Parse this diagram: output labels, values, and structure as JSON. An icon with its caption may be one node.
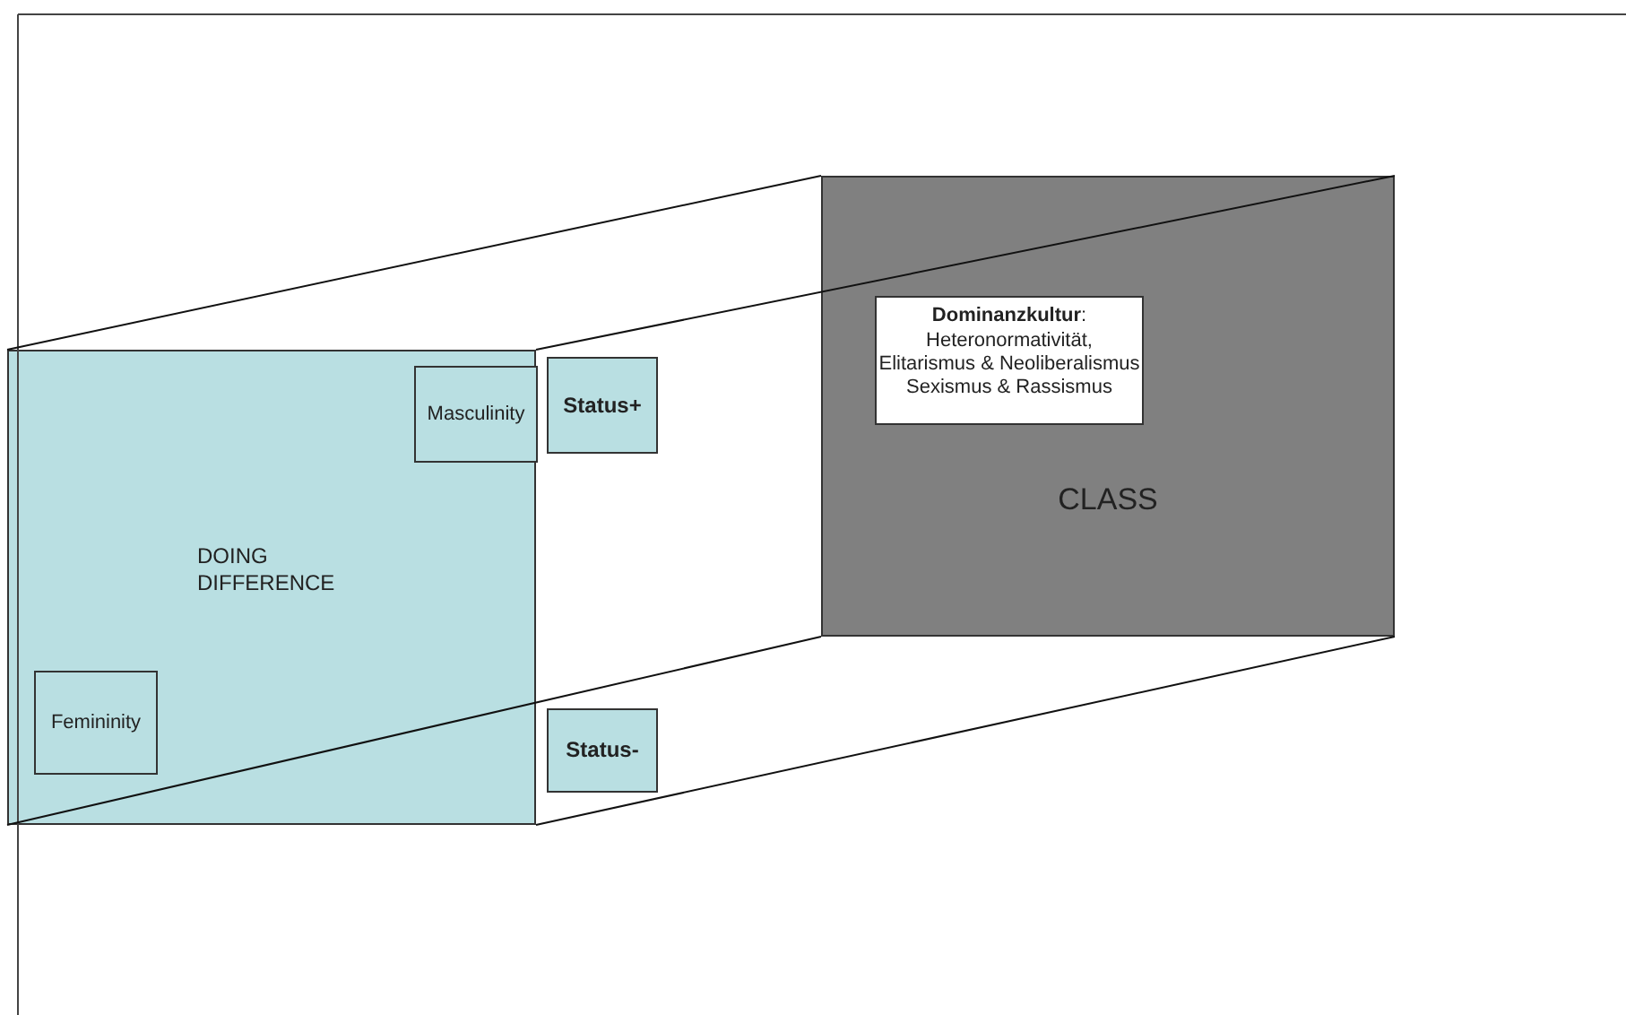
{
  "diagram": {
    "nodes": [
      {
        "text": [
          "CLASS"
        ]
      },
      {
        "text": [
          "**Dominanzkultur**:",
          "Heteronormativität, Elitarismus & Neoliberalismus Sexismus & Rassismus"
        ],
        "in": 0
      },
      {
        "text": [
          "DOING DIFFERENCE"
        ]
      },
      {
        "text": [
          "Masculinity"
        ],
        "in": 2
      },
      {
        "text": [
          "Status+"
        ]
      },
      {
        "text": [
          "Femininity"
        ],
        "in": 2
      },
      {
        "text": [
          "Status-"
        ]
      }
    ],
    "edges": [
      {
        "from": 2,
        "to": 0,
        "arrow": "none"
      },
      {
        "from": 2,
        "to": 0,
        "arrow": "none"
      },
      {
        "from": 2,
        "to": 0,
        "arrow": "none"
      },
      {
        "from": 2,
        "to": 0,
        "arrow": "none"
      }
    ]
  }
}
